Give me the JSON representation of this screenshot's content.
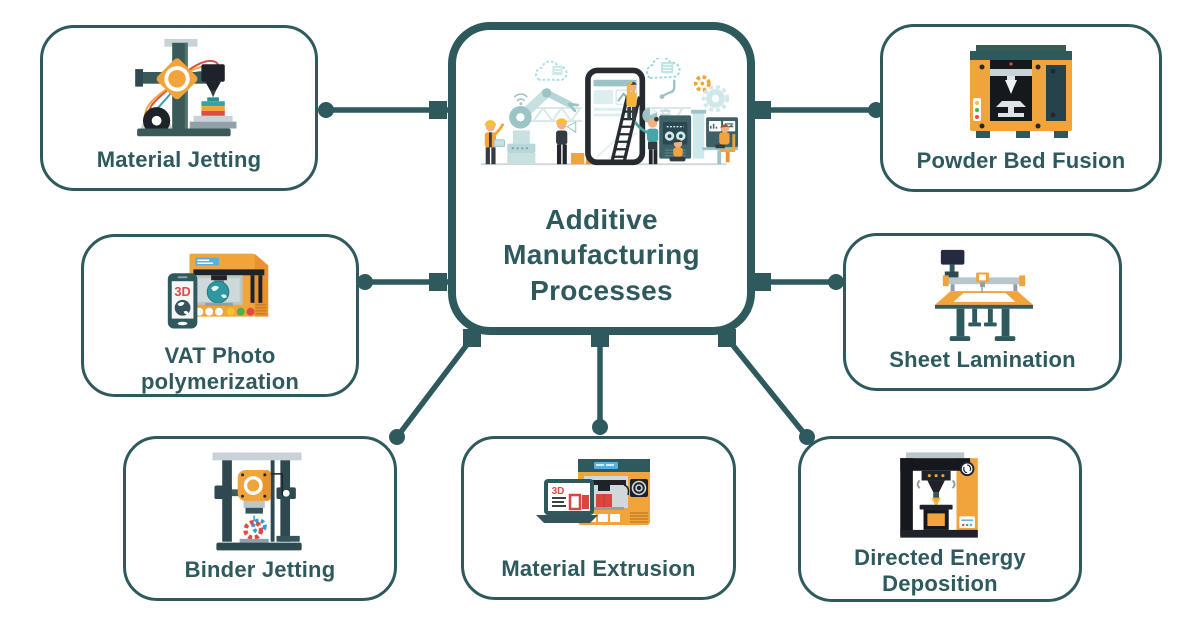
{
  "title": "Additive Manufacturing Processes",
  "center": {
    "title": "Additive Manufacturing Processes",
    "illustration": "smart-factory-illustration"
  },
  "nodes": {
    "material_jetting": {
      "label": "Material Jetting",
      "icon": "material-jetting-printer-icon"
    },
    "powder_bed_fusion": {
      "label": "Powder Bed Fusion",
      "icon": "powder-bed-fusion-printer-icon"
    },
    "vat_photopolymerization": {
      "label": "VAT Photo polymerization",
      "icon": "vat-photopolymerization-printer-icon",
      "screen_text": "3D"
    },
    "sheet_lamination": {
      "label": "Sheet Lamination",
      "icon": "sheet-lamination-machine-icon"
    },
    "binder_jetting": {
      "label": "Binder Jetting",
      "icon": "binder-jetting-printer-icon"
    },
    "material_extrusion": {
      "label": "Material Extrusion",
      "icon": "material-extrusion-printer-icon",
      "screen_text": "3D"
    },
    "directed_energy_deposition": {
      "label": "Directed Energy Deposition",
      "icon": "directed-energy-deposition-machine-icon"
    }
  },
  "connections": [
    {
      "from": "center",
      "to": "material_jetting"
    },
    {
      "from": "center",
      "to": "powder_bed_fusion"
    },
    {
      "from": "center",
      "to": "vat_photopolymerization"
    },
    {
      "from": "center",
      "to": "sheet_lamination"
    },
    {
      "from": "center",
      "to": "binder_jetting"
    },
    {
      "from": "center",
      "to": "material_extrusion"
    },
    {
      "from": "center",
      "to": "directed_energy_deposition"
    }
  ],
  "colors": {
    "line": "#2e5a5e",
    "text": "#2e5a5e",
    "accent_orange": "#f2a43c",
    "accent_red": "#df4a44",
    "accent_blue": "#58aee0",
    "machine_dark": "#1e2329",
    "background": "#ffffff"
  }
}
